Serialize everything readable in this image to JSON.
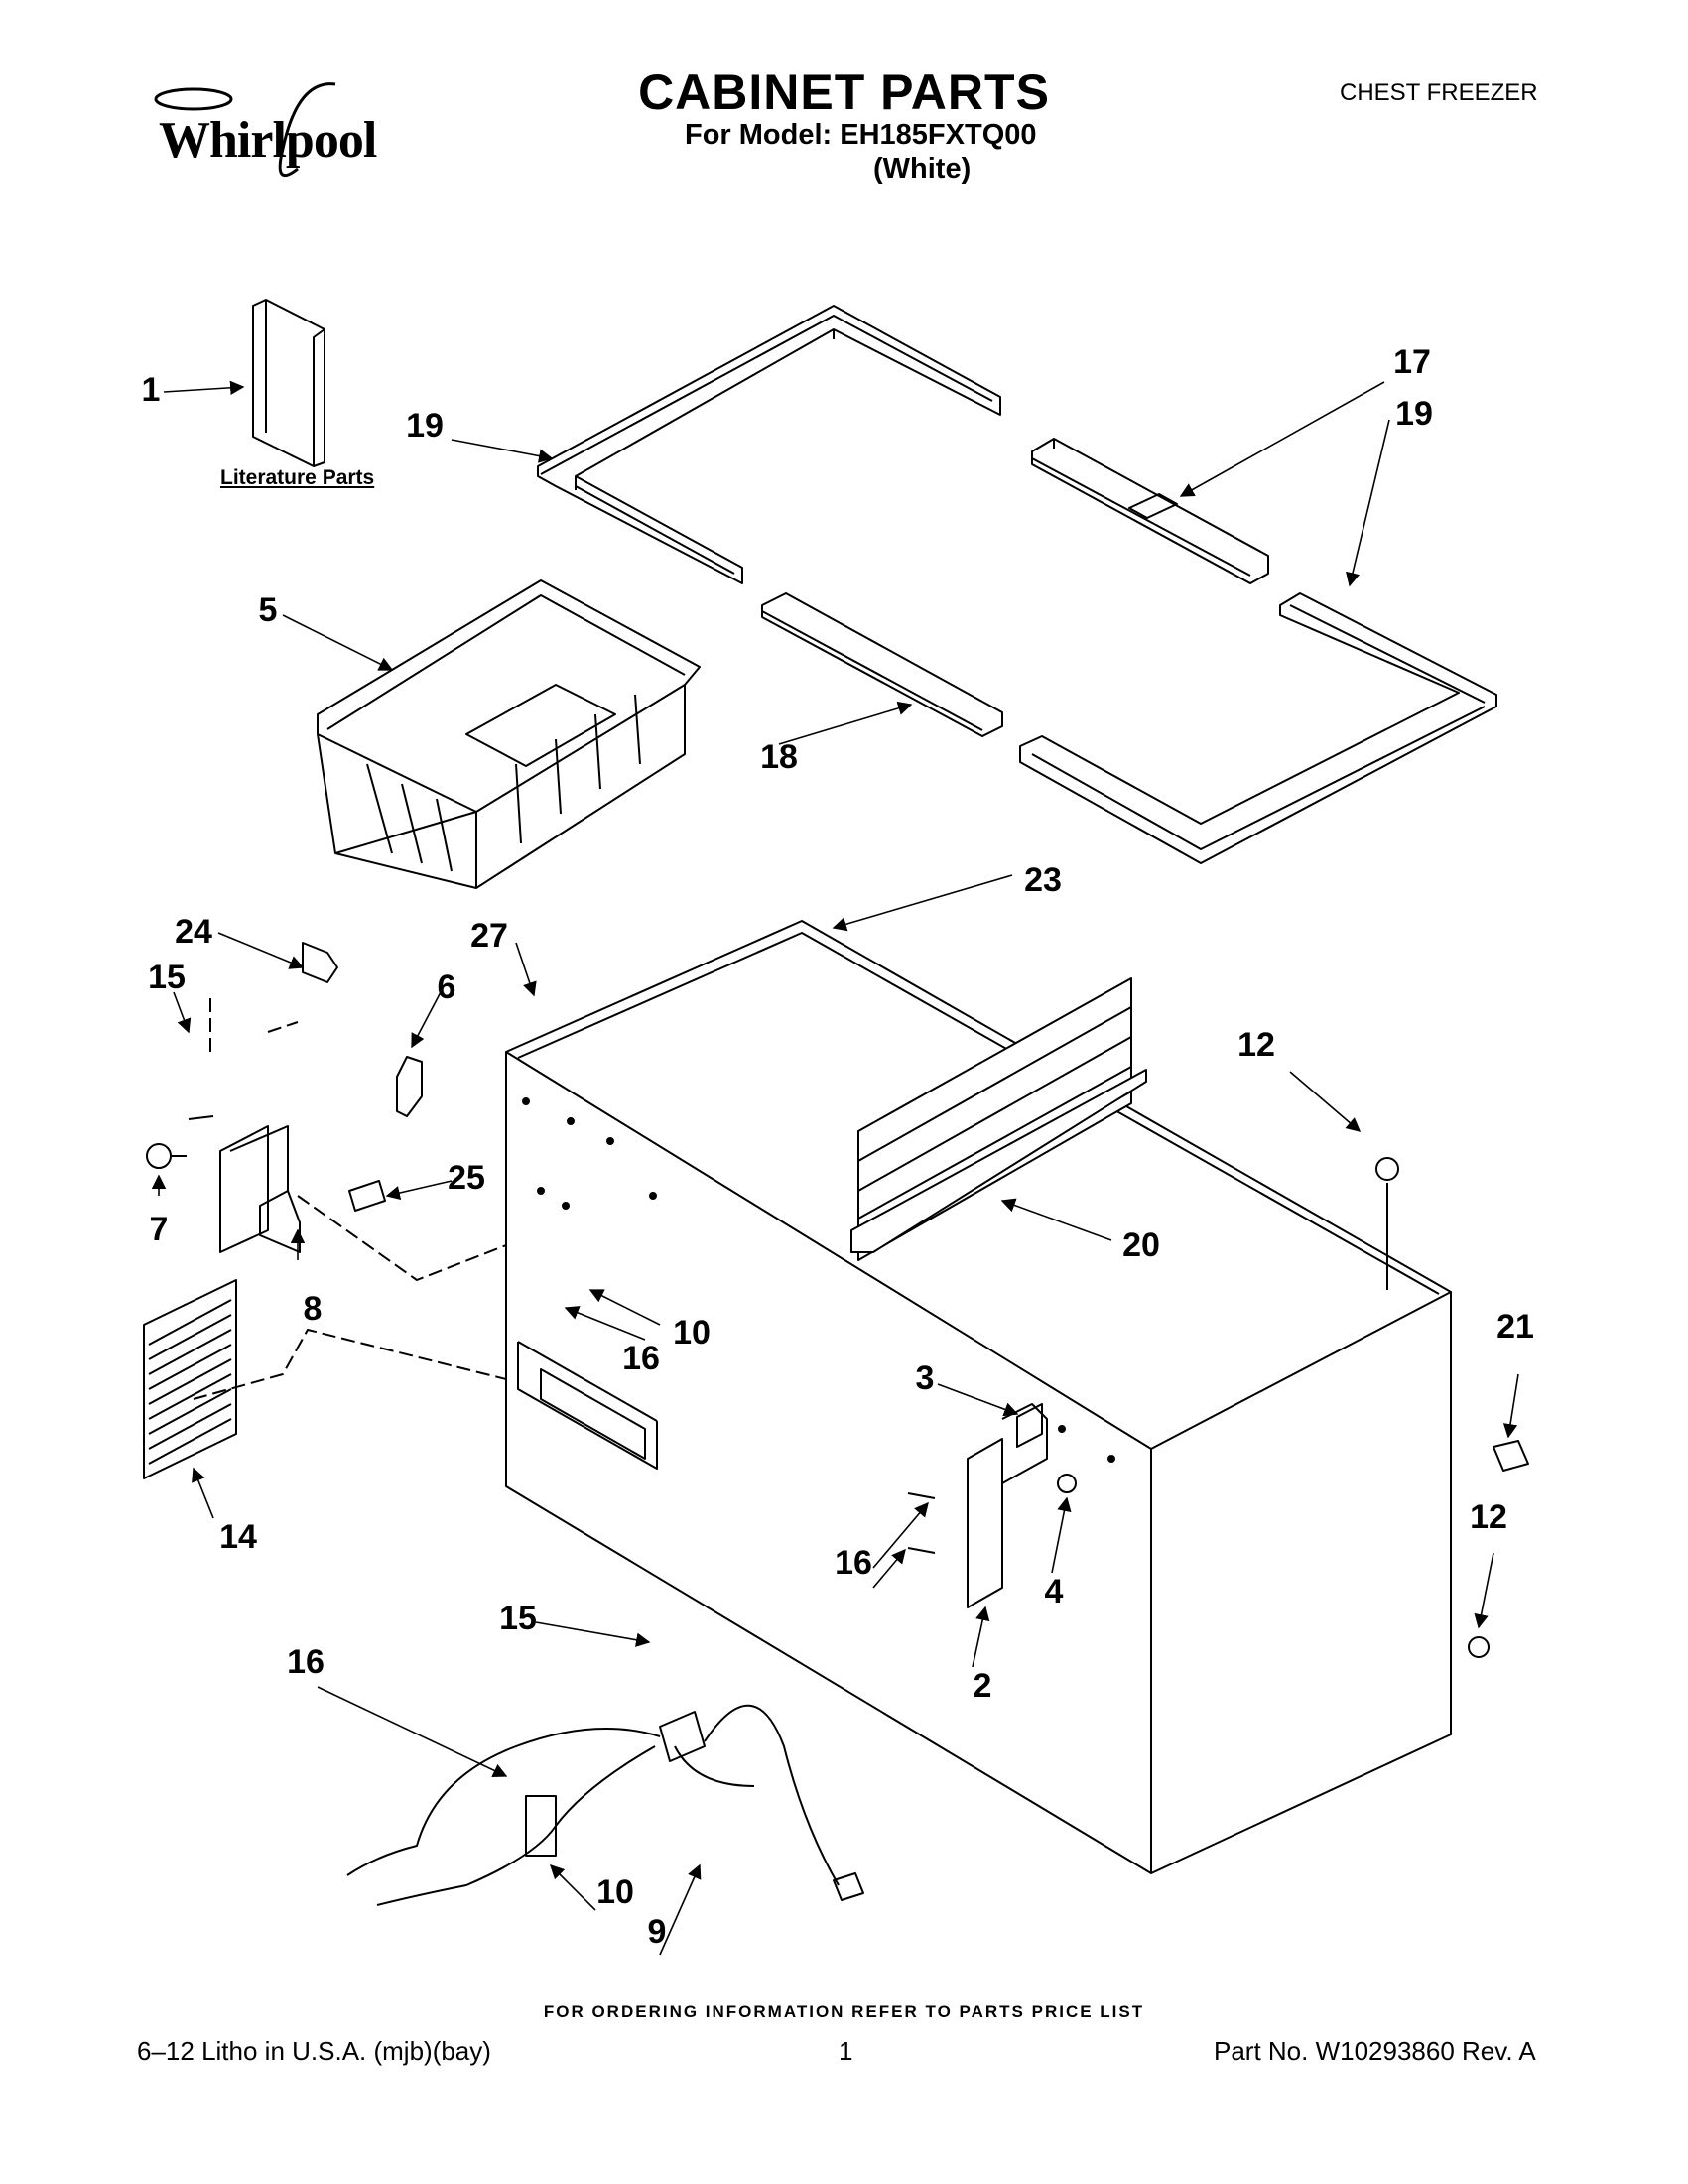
{
  "header": {
    "brand": "Whirlpool",
    "title": "CABINET PARTS",
    "model_line": "For Model: EH185FXTQ00",
    "color_line": "(White)",
    "product_type": "CHEST FREEZER"
  },
  "literature_label": "Literature Parts",
  "callouts": [
    {
      "id": "c1",
      "label": "1"
    },
    {
      "id": "c19a",
      "label": "19"
    },
    {
      "id": "c17",
      "label": "17"
    },
    {
      "id": "c19b",
      "label": "19"
    },
    {
      "id": "c5",
      "label": "5"
    },
    {
      "id": "c18",
      "label": "18"
    },
    {
      "id": "c23",
      "label": "23"
    },
    {
      "id": "c24",
      "label": "24"
    },
    {
      "id": "c27",
      "label": "27"
    },
    {
      "id": "c15a",
      "label": "15"
    },
    {
      "id": "c6",
      "label": "6"
    },
    {
      "id": "c12a",
      "label": "12"
    },
    {
      "id": "c7",
      "label": "7"
    },
    {
      "id": "c25",
      "label": "25"
    },
    {
      "id": "c20",
      "label": "20"
    },
    {
      "id": "c8",
      "label": "8"
    },
    {
      "id": "c10a",
      "label": "10"
    },
    {
      "id": "c16a",
      "label": "16"
    },
    {
      "id": "c21",
      "label": "21"
    },
    {
      "id": "c3",
      "label": "3"
    },
    {
      "id": "c14",
      "label": "14"
    },
    {
      "id": "c12b",
      "label": "12"
    },
    {
      "id": "c16b",
      "label": "16"
    },
    {
      "id": "c4",
      "label": "4"
    },
    {
      "id": "c2",
      "label": "2"
    },
    {
      "id": "c15b",
      "label": "15"
    },
    {
      "id": "c16c",
      "label": "16"
    },
    {
      "id": "c10b",
      "label": "10"
    },
    {
      "id": "c9",
      "label": "9"
    }
  ],
  "footer": {
    "ordering_note": "FOR ORDERING INFORMATION REFER TO PARTS PRICE LIST",
    "print_info": "6–12  Litho in U.S.A. (mjb)(bay)",
    "page_number": "1",
    "part_number": "Part No. W10293860 Rev. A"
  }
}
